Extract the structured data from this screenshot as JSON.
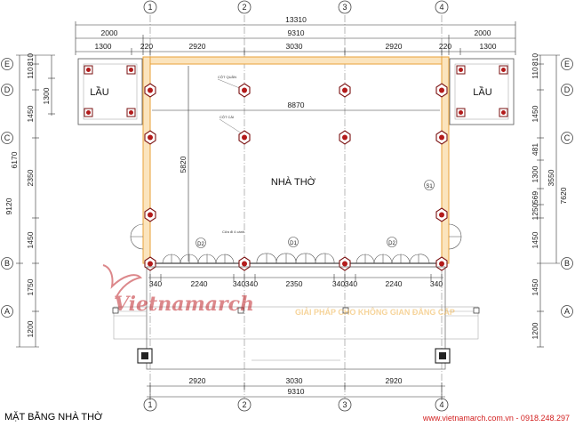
{
  "grid_columns": [
    "1",
    "2",
    "3",
    "4"
  ],
  "grid_rows": [
    "E",
    "D",
    "C",
    "B",
    "A"
  ],
  "top_dims": {
    "overall": "13310",
    "inner": "9310",
    "left_pavilion": "2000",
    "right_pavilion": "2000",
    "left_sub": "1300",
    "right_sub": "1300",
    "wall_left": "220",
    "wall_right": "220",
    "bay1": "2920",
    "bay2": "3030",
    "bay3": "2920"
  },
  "bottom_dims": {
    "bay1": "2920",
    "bay2": "3030",
    "bay3": "2920",
    "overall": "9310"
  },
  "left_dims": {
    "e_offset": "810",
    "e_small": "110",
    "d_sub": "1300",
    "dc": "1450",
    "span_total": "6170",
    "cb_upper": "2350",
    "cb_lower": "1450",
    "overall": "9120",
    "ba": "1750",
    "a_bottom": "1200"
  },
  "right_dims": {
    "e_offset": "810",
    "e_small": "110",
    "dc": "1450",
    "c_small": "481",
    "c_mid": "1300",
    "c_big": "3550",
    "span_total": "7620",
    "lower_small": "569",
    "lower_sub": "1250",
    "cb": "1450",
    "ba": "1450",
    "a_bottom": "1200"
  },
  "inner_dims": {
    "width_8870": "8870",
    "height_5820": "5820",
    "front_340a": "340",
    "front_2240a": "2240",
    "front_340b": "340",
    "front_340c": "340",
    "front_2350": "2350",
    "front_340d": "340",
    "front_340e": "340",
    "front_2240b": "2240",
    "front_340f": "340"
  },
  "rooms": {
    "left_pavilion": "LẦU",
    "right_pavilion": "LẦU",
    "main_hall": "NHÀ THỜ"
  },
  "tags": {
    "col_small": "CỘT QUÂN",
    "col_main": "CỘT CÁI",
    "door_d1": "D1",
    "door_d2_left": "D2",
    "door_d2_right": "D2",
    "window_s1": "S1",
    "door_note": "Cửa đi 4 cánh"
  },
  "watermark": {
    "brand": "Vietnamarch",
    "slogan": "GIẢI PHÁP CHO KHÔNG GIAN ĐẲNG CẤP"
  },
  "caption": "MẶT BẰNG NHÀ THỜ",
  "website": "www.vietnamarch.com.vn - 0918.248.297",
  "colors": {
    "column_red": "#b31b1b",
    "wall_orange": "#e8a23a",
    "watermark_red": "#c0272d",
    "slogan_orange": "#f0b24a"
  }
}
